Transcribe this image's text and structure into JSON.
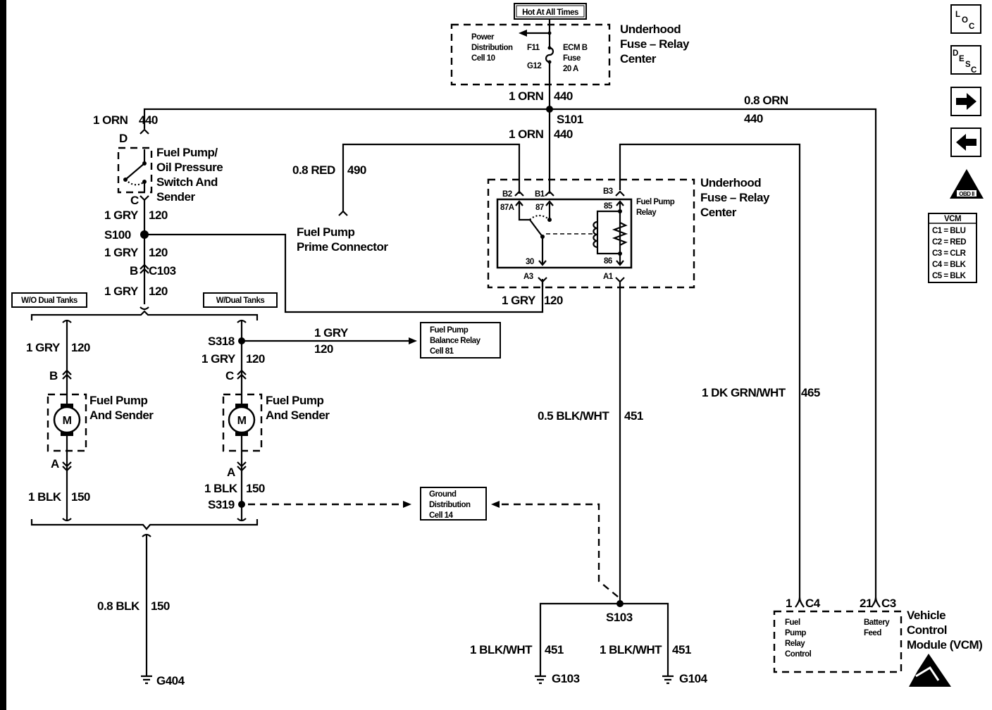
{
  "hot_box": "Hot At All Times",
  "fuse_center_top": {
    "name": [
      "Underhood",
      "Fuse – Relay",
      "Center"
    ],
    "power": [
      "Power",
      "Distribution",
      "Cell 10"
    ],
    "f11": "F11",
    "g12": "G12",
    "fuse": [
      "ECM B",
      "Fuse",
      "20 A"
    ]
  },
  "wires": {
    "w440_top": [
      "1 ORN",
      "440"
    ],
    "w440_mid": [
      "1 ORN",
      "440"
    ],
    "w440_left": [
      "1 ORN",
      "440"
    ],
    "w440_right": [
      "0.8 ORN",
      "440"
    ],
    "w490": [
      "0.8 RED",
      "490"
    ],
    "w120_a": [
      "1 GRY",
      "120"
    ],
    "w120_b": [
      "1 GRY",
      "120"
    ],
    "w120_c": [
      "1 GRY",
      "120"
    ],
    "w120_relay": [
      "1 GRY",
      "120"
    ],
    "w120_wo": [
      "1 GRY",
      "120"
    ],
    "w120_bal": [
      "1 GRY",
      "120"
    ],
    "w120_w": [
      "1 GRY",
      "120"
    ],
    "w150_wo": [
      "1 BLK",
      "150"
    ],
    "w150_w": [
      "1 BLK",
      "150"
    ],
    "w150_g": [
      "0.8 BLK",
      "150"
    ],
    "w451": [
      "0.5 BLK/WHT",
      "451"
    ],
    "w451_l": [
      "1 BLK/WHT",
      "451"
    ],
    "w451_r": [
      "1 BLK/WHT",
      "451"
    ],
    "w465": [
      "1 DK GRN/WHT",
      "465"
    ]
  },
  "splices": {
    "s101": "S101",
    "s100": "S100",
    "s318": "S318",
    "s319": "S319",
    "s103": "S103"
  },
  "connectors": {
    "d": "D",
    "c": "C",
    "b_c103": "B",
    "c103": "C103",
    "b": "B",
    "a": "A",
    "c2": "C",
    "a2": "A",
    "b2": "B2",
    "b1": "B1",
    "b3": "B3",
    "a3": "A3",
    "a1": "A1",
    "p87a": "87A",
    "p87": "87",
    "p85": "85",
    "p30": "30",
    "p86": "86",
    "c4_pin": "1",
    "c4": "C4",
    "c3_pin": "21",
    "c3": "C3"
  },
  "components": {
    "switch": [
      "Fuel Pump/",
      "Oil Pressure",
      "Switch And",
      "Sender"
    ],
    "prime": [
      "Fuel Pump",
      "Prime Connector"
    ],
    "relay_center": [
      "Underhood",
      "Fuse – Relay",
      "Center"
    ],
    "relay": [
      "Fuel Pump",
      "Relay"
    ],
    "pump1": [
      "Fuel Pump",
      "And Sender"
    ],
    "pump2": [
      "Fuel Pump",
      "And Sender"
    ],
    "motor": "M",
    "balance": [
      "Fuel Pump",
      "Balance Relay",
      "Cell 81"
    ],
    "ground_dist": [
      "Ground",
      "Distribution",
      "Cell 14"
    ],
    "vcm": [
      "Vehicle",
      "Control",
      "Module (VCM)"
    ],
    "vcm_left": [
      "Fuel",
      "Pump",
      "Relay",
      "Control"
    ],
    "vcm_right": [
      "Battery",
      "Feed"
    ]
  },
  "options": {
    "wo": "W/O Dual Tanks",
    "w": "W/Dual Tanks"
  },
  "grounds": {
    "g404": "G404",
    "g103": "G103",
    "g104": "G104"
  },
  "nav": {
    "loc": [
      "L",
      "O",
      "C"
    ],
    "desc": [
      "D",
      "E",
      "S",
      "C"
    ],
    "obd": "OBD II"
  },
  "vcm_legend": {
    "title": "VCM",
    "rows": [
      "C1 = BLU",
      "C2 = RED",
      "C3 = CLR",
      "C4 = BLK",
      "C5 = BLK"
    ]
  }
}
